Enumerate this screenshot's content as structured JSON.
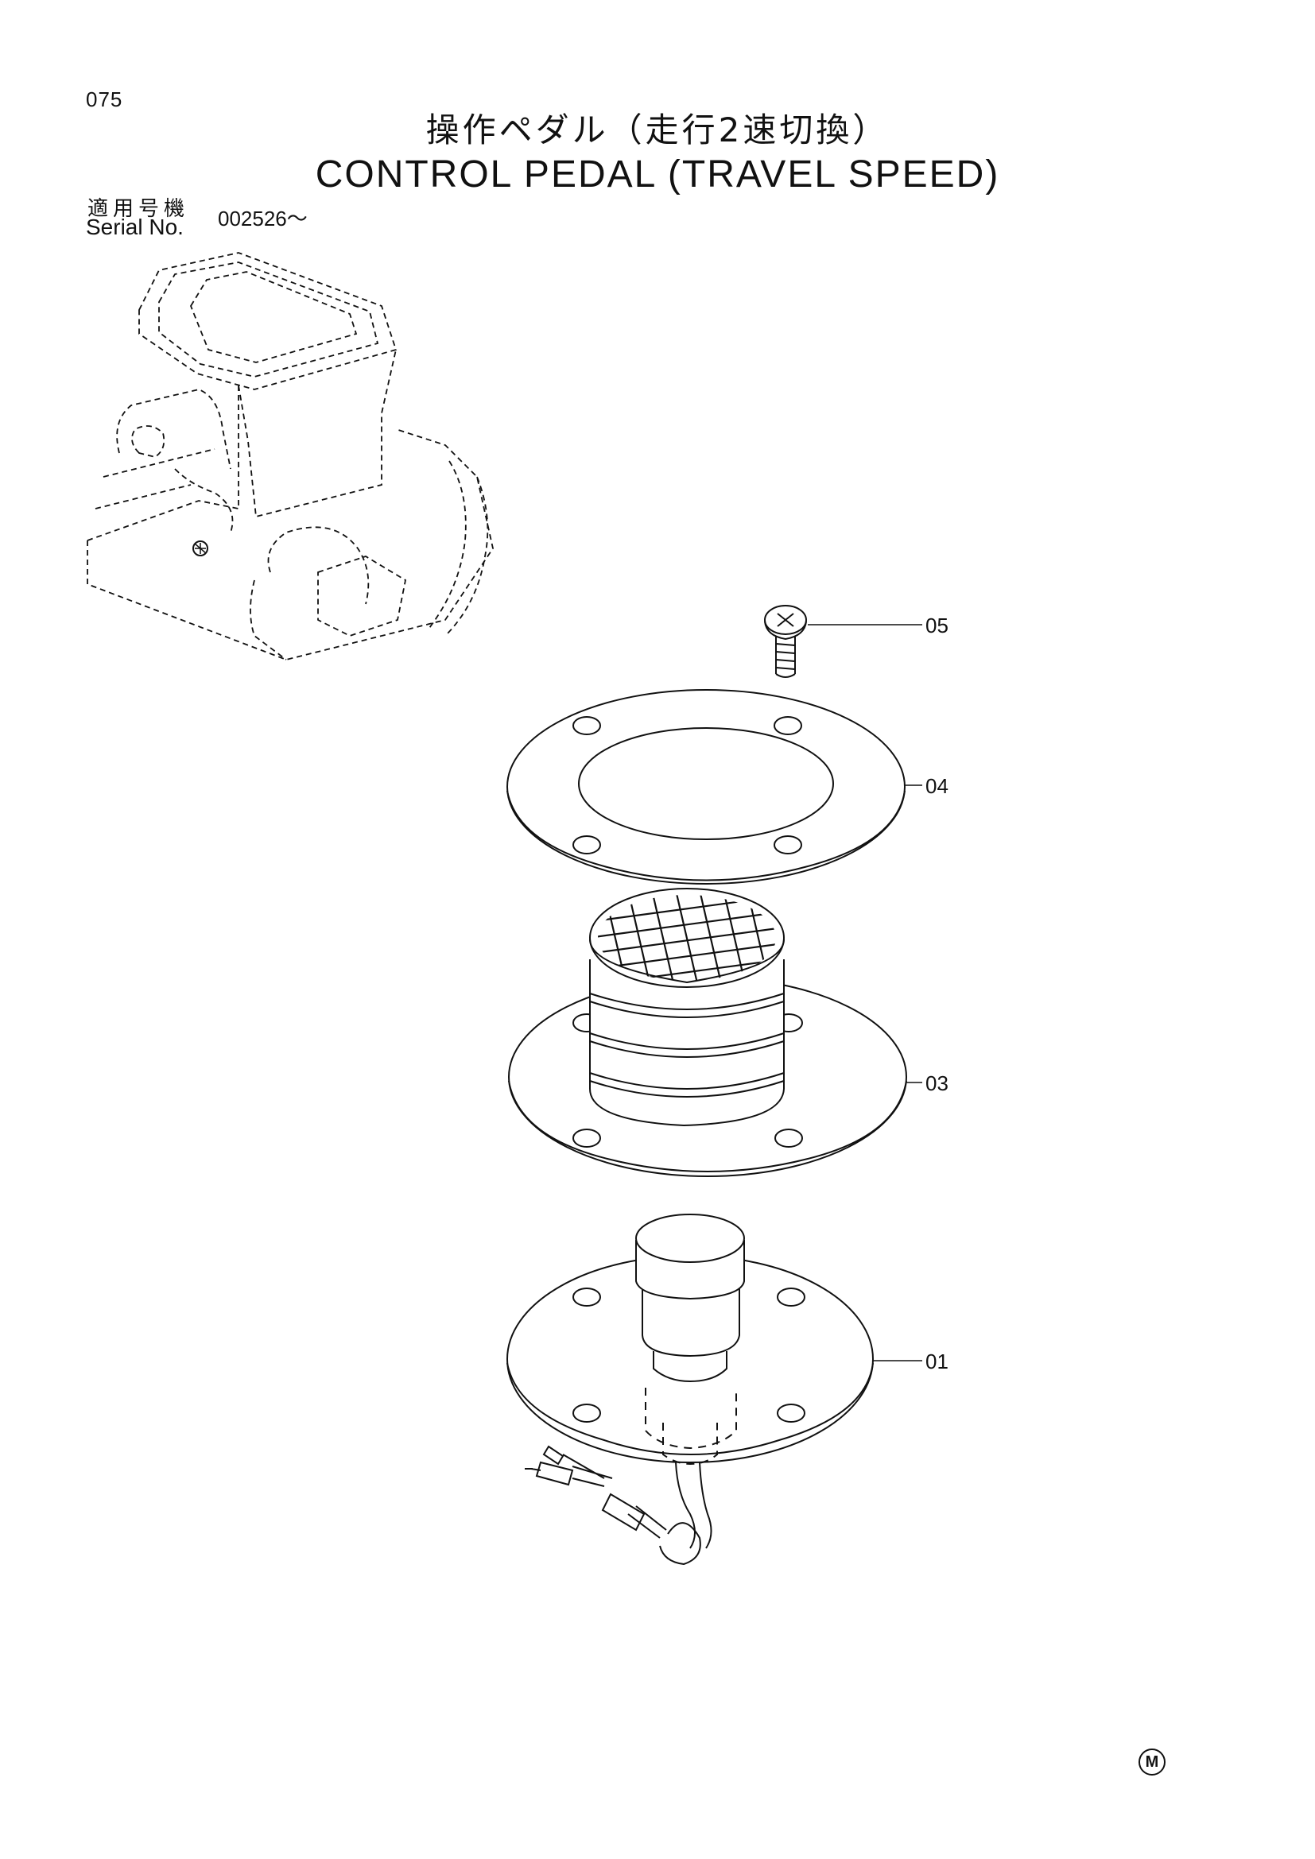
{
  "page": {
    "number": "075"
  },
  "title": {
    "jp": "操作ペダル（走行2速切換）",
    "en": "CONTROL PEDAL (TRAVEL SPEED)"
  },
  "serial": {
    "label_jp": "適用号機",
    "label_en": "Serial No.",
    "value": "002526～"
  },
  "callouts": [
    {
      "id": "05",
      "label": "05"
    },
    {
      "id": "04",
      "label": "04"
    },
    {
      "id": "03",
      "label": "03"
    },
    {
      "id": "01",
      "label": "01"
    }
  ],
  "footer_mark": "M"
}
